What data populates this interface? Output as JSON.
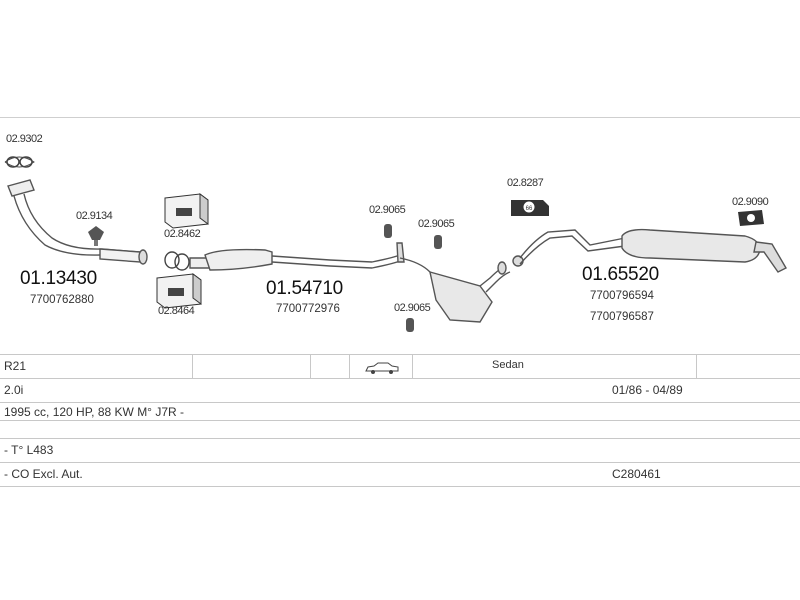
{
  "parts": {
    "gasket_top": "02.9302",
    "clamp_small": "02.9134",
    "clamp_box_upper": "02.8462",
    "clamp_box_lower": "02.8464",
    "hanger_a": "02.9065",
    "hanger_b": "02.9065",
    "hanger_c": "02.9065",
    "rubber_mount": "02.8287",
    "rear_mount": "02.9090"
  },
  "assemblies": {
    "front_pipe_code": "01.13430",
    "front_pipe_oem": "7700762880",
    "center_code": "01.54710",
    "center_oem": "7700772976",
    "rear_code": "01.65520",
    "rear_oem_1": "7700796594",
    "rear_oem_2": "7700796587"
  },
  "table": {
    "model": "R21",
    "body": "Sedan",
    "engine": "2.0i",
    "years": "01/86 - 04/89",
    "spec": "1995 cc, 120 HP, 88 KW M° J7R -",
    "type": "- T° L483",
    "note": "- CO Excl. Aut.",
    "catalog": "C280461"
  },
  "colors": {
    "line": "#555555",
    "grid": "#c8c8c8"
  }
}
